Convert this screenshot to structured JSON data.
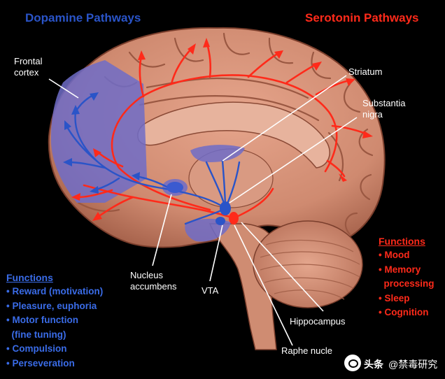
{
  "headers": {
    "dopamine": "Dopamine Pathways",
    "serotonin": "Serotonin Pathways"
  },
  "labels": {
    "frontal_cortex": [
      "Frontal",
      "cortex"
    ],
    "striatum": "Striatum",
    "substantia_nigra": [
      "Substantia",
      "nigra"
    ],
    "nucleus_accumbens": [
      "Nucleus",
      "accumbens"
    ],
    "vta": "VTA",
    "hippocampus": "Hippocampus",
    "raphe_nucleus": "Raphe nucle"
  },
  "dopamine_functions": {
    "title": "Functions",
    "items": [
      "• Reward (motivation)",
      "• Pleasure, euphoria",
      "• Motor function",
      "  (fine tuning)",
      "• Compulsion",
      "• Perseveration"
    ]
  },
  "serotonin_functions": {
    "title": "Functions",
    "items": [
      "• Mood",
      "• Memory",
      "  processing",
      "• Sleep",
      "• Cognition"
    ]
  },
  "watermark": {
    "brand": "头条",
    "handle": "@禁毒研究"
  },
  "colors": {
    "background": "#000000",
    "dopamine": "#2a54c8",
    "dopamine_region": "#6f6cc8",
    "serotonin": "#ff2a1a",
    "brain": "#d9917a",
    "label_text": "#ffffff",
    "pointer_line": "#ffffff"
  }
}
